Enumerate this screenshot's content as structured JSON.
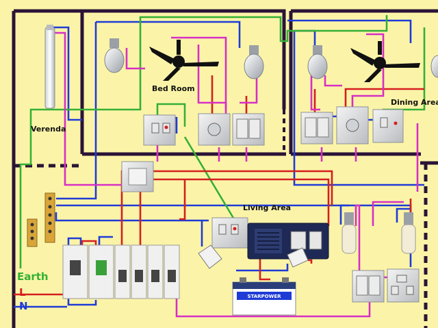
{
  "rooms": {
    "bed_room": "Bed Room",
    "verenda": "Verenda",
    "dining_area": "Dining Area",
    "living_area": "Living Area"
  },
  "supply": {
    "earth": "Earth",
    "line": "L",
    "neutral": "N"
  },
  "colors": {
    "background": "#fbf4a8",
    "wall": "#2a1436",
    "live_wire": "#d41f1f",
    "neutral_wire": "#1f3bd6",
    "earth_wire": "#35b035",
    "switched_wire": "#d62fc4"
  },
  "battery": {
    "brand": "STARPOWER"
  }
}
